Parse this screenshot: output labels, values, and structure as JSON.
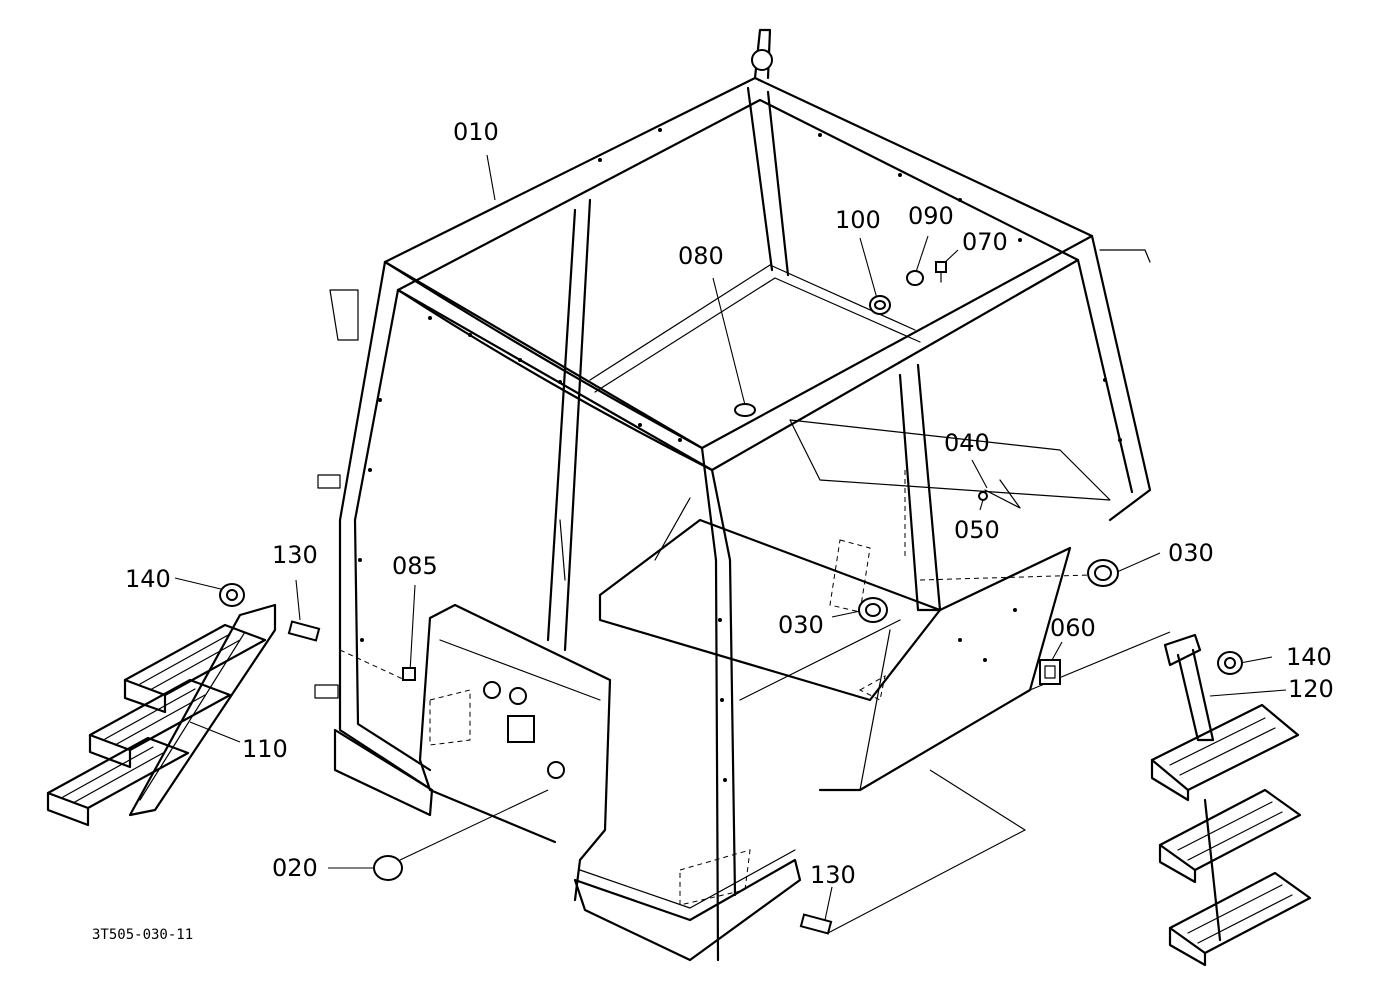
{
  "callouts": {
    "c010": "010",
    "c020": "020",
    "c030_right": "030",
    "c030_center": "030",
    "c040": "040",
    "c050": "050",
    "c060": "060",
    "c070": "070",
    "c080": "080",
    "c085": "085",
    "c090": "090",
    "c100": "100",
    "c110": "110",
    "c120": "120",
    "c130_left": "130",
    "c130_bottom": "130",
    "c140_left": "140",
    "c140_right": "140"
  },
  "document_id": "3T505-030-11"
}
